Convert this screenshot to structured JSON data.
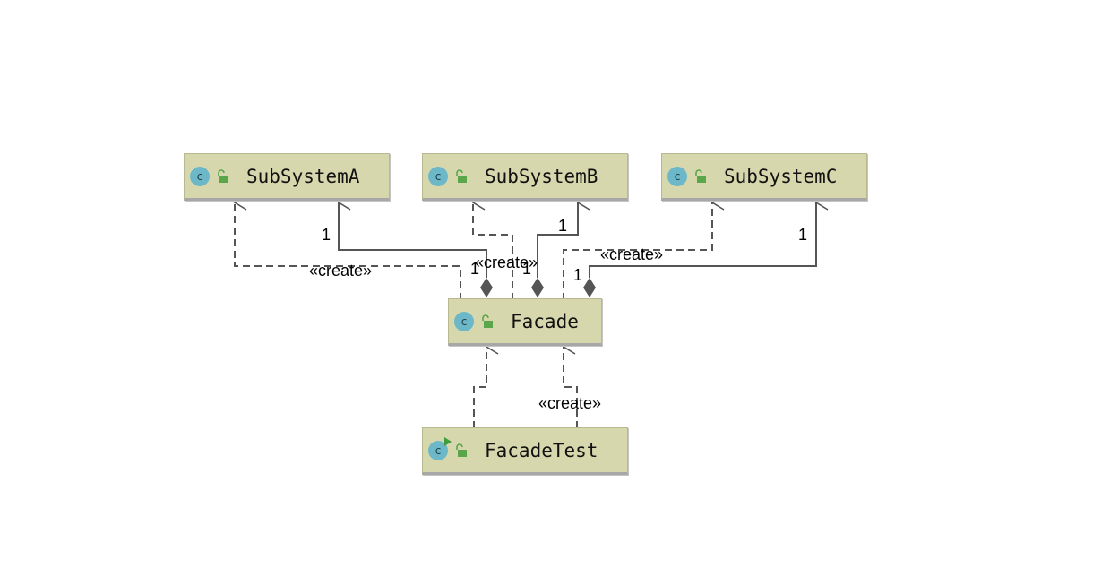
{
  "nodes": {
    "subsystem_a": {
      "name": "SubSystemA",
      "icon": "class-icon",
      "access_icon": "public-lock-icon"
    },
    "subsystem_b": {
      "name": "SubSystemB",
      "icon": "class-icon",
      "access_icon": "public-lock-icon"
    },
    "subsystem_c": {
      "name": "SubSystemC",
      "icon": "class-icon",
      "access_icon": "public-lock-icon"
    },
    "facade": {
      "name": "Facade",
      "icon": "class-icon",
      "access_icon": "public-lock-icon"
    },
    "facade_test": {
      "name": "FacadeTest",
      "icon": "runnable-class-icon",
      "access_icon": "public-lock-icon"
    }
  },
  "class_icon_letter": "c",
  "edges": {
    "facade_create_a": {
      "from": "Facade",
      "to": "SubSystemA",
      "kind": "dependency",
      "label": "«create»"
    },
    "facade_has_a": {
      "from": "Facade",
      "to": "SubSystemA",
      "kind": "composition",
      "multiplicity_target": "1",
      "multiplicity_source": "1"
    },
    "facade_create_b": {
      "from": "Facade",
      "to": "SubSystemB",
      "kind": "dependency",
      "label": "«create»"
    },
    "facade_has_b": {
      "from": "Facade",
      "to": "SubSystemB",
      "kind": "composition",
      "multiplicity_target": "1",
      "multiplicity_source": "1"
    },
    "facade_create_c": {
      "from": "Facade",
      "to": "SubSystemC",
      "kind": "dependency",
      "label": "«create»"
    },
    "facade_has_c": {
      "from": "Facade",
      "to": "SubSystemC",
      "kind": "composition",
      "multiplicity_target": "1",
      "multiplicity_source": "1"
    },
    "test_uses_facade": {
      "from": "FacadeTest",
      "to": "Facade",
      "kind": "dependency"
    },
    "test_create_facade": {
      "from": "FacadeTest",
      "to": "Facade",
      "kind": "dependency",
      "label": "«create»"
    }
  },
  "colors": {
    "node_fill": "#d7d7ad",
    "edge": "#555555",
    "class_icon": "#6cb8c8",
    "access_icon": "#5aa64a"
  }
}
